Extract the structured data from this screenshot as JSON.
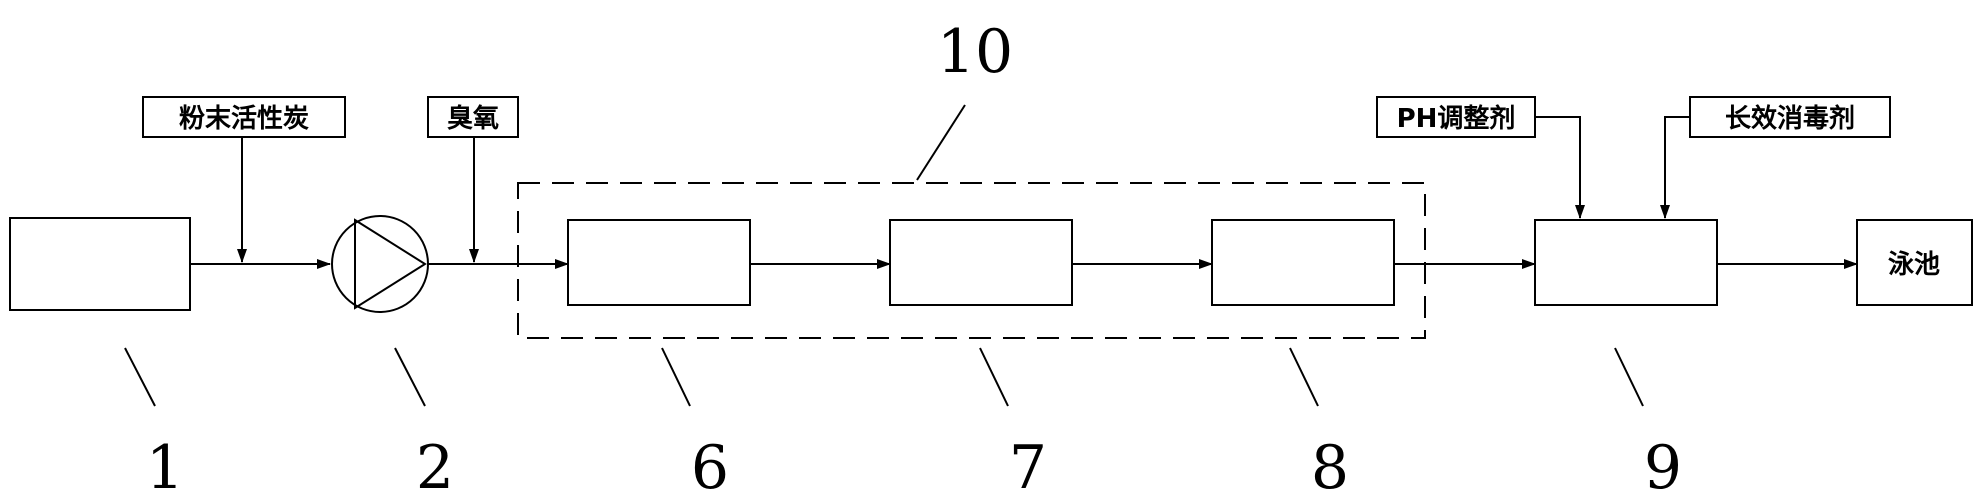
{
  "reference_numbers": {
    "n1": "1",
    "n2": "2",
    "n6": "6",
    "n7": "7",
    "n8": "8",
    "n9": "9",
    "n10": "10"
  },
  "labels": {
    "powdered_activated_carbon": "粉末活性炭",
    "ozone": "臭氧",
    "ph_adjuster": "PH调整剂",
    "long_acting_disinfectant": "长效消毒剂",
    "pool": "泳池"
  }
}
